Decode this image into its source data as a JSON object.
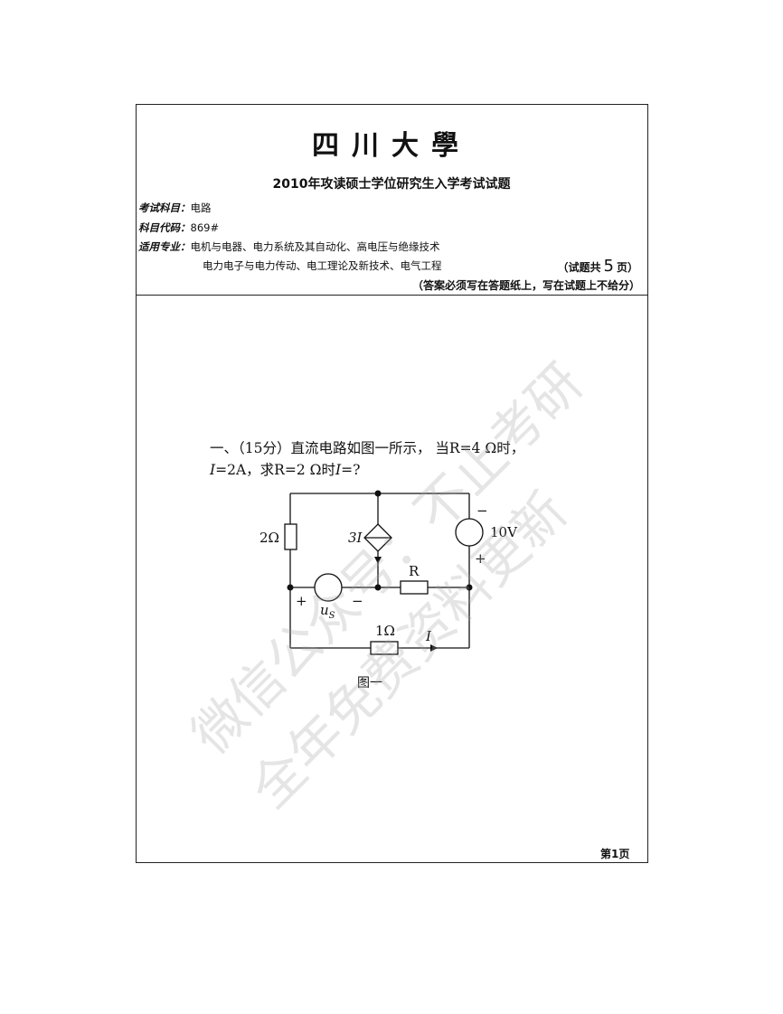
{
  "header": {
    "university": "四川大學",
    "exam_title": "2010年攻读硕士学位研究生入学考试试题",
    "subject_label": "考试科目：",
    "subject_value": "电路",
    "code_label": "科目代码：",
    "code_value": "869#",
    "majors_label": "适用专业：",
    "majors_line1": "电机与电器、电力系统及其自动化、高电压与绝缘技术",
    "majors_line2": "电力电子与电力传动、电工理论及新技术、电气工程",
    "pages_prefix": "（试题共",
    "pages_count": "5",
    "pages_suffix": "页）",
    "answer_note": "（答案必须写在答题纸上，写在试题上不给分）"
  },
  "question": {
    "line1_a": "一、（15分）直流电路如图一所示， 当R=4 Ω时，",
    "line2_i1": "I",
    "line2_a": "=2A，求R=2 Ω时",
    "line2_i2": "I",
    "line2_b": "=?"
  },
  "circuit": {
    "r_left": "2Ω",
    "dep_source": "3I",
    "v_source": "10V",
    "v_source_top_sign": "−",
    "v_source_bottom_sign": "+",
    "r_mid": "R",
    "us_label": "u",
    "us_sub": "S",
    "us_plus": "+",
    "us_minus": "−",
    "r_bottom": "1Ω",
    "current_label": "I",
    "caption": "图一"
  },
  "footer": {
    "page_label": "第1页"
  },
  "watermark": {
    "line1": "微信公众号：不止考研",
    "line2": "全年免费资料更新"
  }
}
